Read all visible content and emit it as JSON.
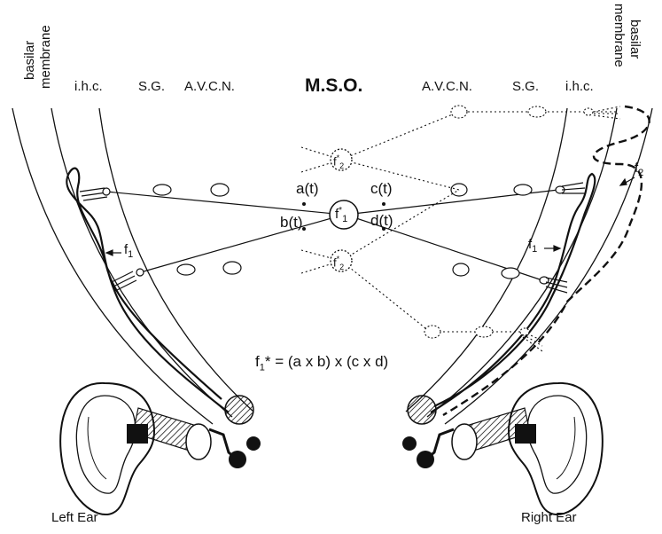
{
  "labels": {
    "left_basilar_line1": "basilar",
    "left_basilar_line2": "membrane",
    "right_basilar_line1": "membrane",
    "right_basilar_line2": "basilar",
    "ihc": "i.h.c.",
    "sg": "S.G.",
    "avcn": "A.V.C.N.",
    "mso": "M.S.O.",
    "a": "a(t)",
    "b": "b(t)",
    "c": "c(t)",
    "d": "d(t)",
    "f1": "f",
    "f1_sub": "1",
    "f2": "f",
    "f2_sub": "2",
    "eq_lhs": "f",
    "eq_sub": "1",
    "eq_rhs": "* = (a x b) x (c x d)",
    "left_ear": "Left Ear",
    "right_ear": "Right Ear",
    "node_f": "f",
    "node_f1_sub": "1",
    "node_f2_sub": "2",
    "node_star": "*"
  },
  "colors": {
    "ink": "#111111",
    "paper": "#ffffff"
  }
}
